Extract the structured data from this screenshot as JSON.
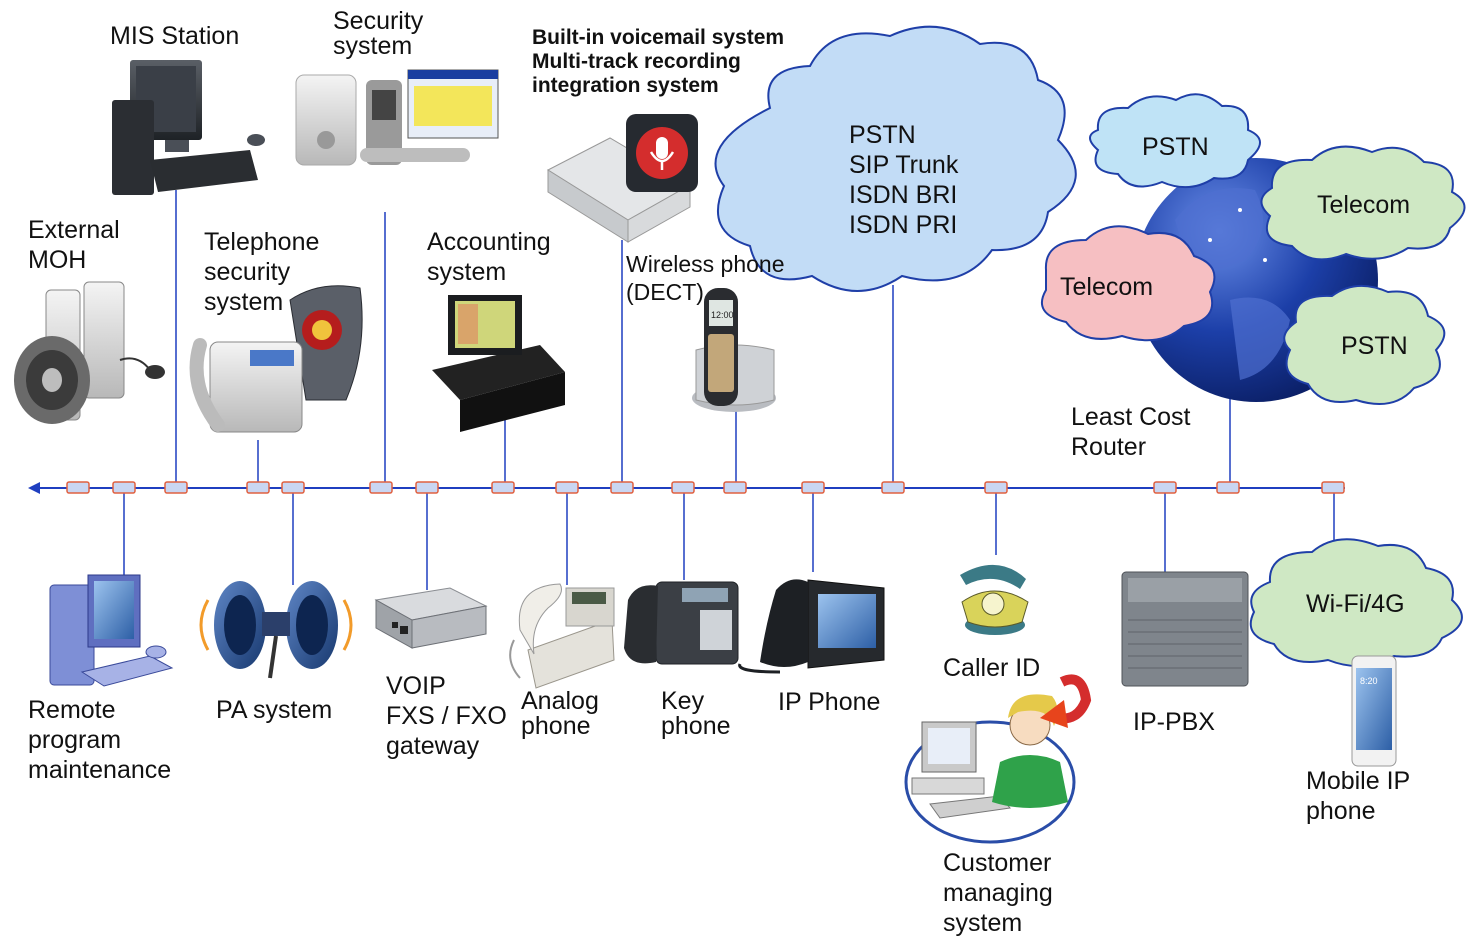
{
  "colors": {
    "bus": "#1f3fc0",
    "connector_fill": "#c9d6f2",
    "connector_stroke": "#e06040",
    "cloud_blue": "#c2dcf6",
    "cloud_green": "#cfe8c4",
    "cloud_pink": "#f6bfc2",
    "cloud_lightblue": "#bfe3f6"
  },
  "labels": {
    "mis_station": "MIS Station",
    "security_system": "Security\nsystem",
    "voicemail": "Built-in voicemail system\nMulti-track recording\nintegration system",
    "external_moh": "External\nMOH",
    "telephone_security": "Telephone\nsecurity\nsystem",
    "accounting": "Accounting\nsystem",
    "wireless_phone": "Wireless phone\n(DECT)",
    "least_cost_router": "Least Cost\nRouter",
    "remote_program": "Remote\nprogram\nmaintenance",
    "pa_system": "PA system",
    "voip_gateway": "VOIP\nFXS / FXO\ngateway",
    "analog_phone": "Analog\nphone",
    "key_phone": "Key\nphone",
    "ip_phone": "IP Phone",
    "caller_id": "Caller ID",
    "customer_managing": "Customer\nmanaging\nsystem",
    "ip_pbx": "IP-PBX",
    "mobile_ip_phone": "Mobile IP\nphone"
  },
  "clouds": {
    "main": "PSTN\nSIP Trunk\nISDN BRI\nISDN PRI",
    "pstn_top": "PSTN",
    "telecom_right": "Telecom",
    "telecom_left": "Telecom",
    "pstn_bottom": "PSTN",
    "wifi": "Wi-Fi/4G"
  },
  "devices": {
    "phone_screen": "12:00",
    "mobile_screen": "8:20"
  },
  "icons": {
    "mis_station": "desktop-computer-icon",
    "security_system": "door-lock-icon",
    "voicemail": "microphone-icon",
    "external_moh": "speaker-icon",
    "telephone_security": "police-shield-icon",
    "accounting": "pos-terminal-icon",
    "wireless_phone": "dect-phone-icon",
    "globe": "globe-icon",
    "remote_program": "computer-icon",
    "pa_system": "horn-speaker-icon",
    "voip_gateway": "gateway-box-icon",
    "analog_phone": "analog-phone-icon",
    "key_phone": "key-phone-icon",
    "ip_phone": "ip-phone-icon",
    "caller_id": "rotary-phone-icon",
    "customer_managing": "operator-icon",
    "ip_pbx": "pbx-cabinet-icon",
    "mobile_ip_phone": "smartphone-icon"
  }
}
